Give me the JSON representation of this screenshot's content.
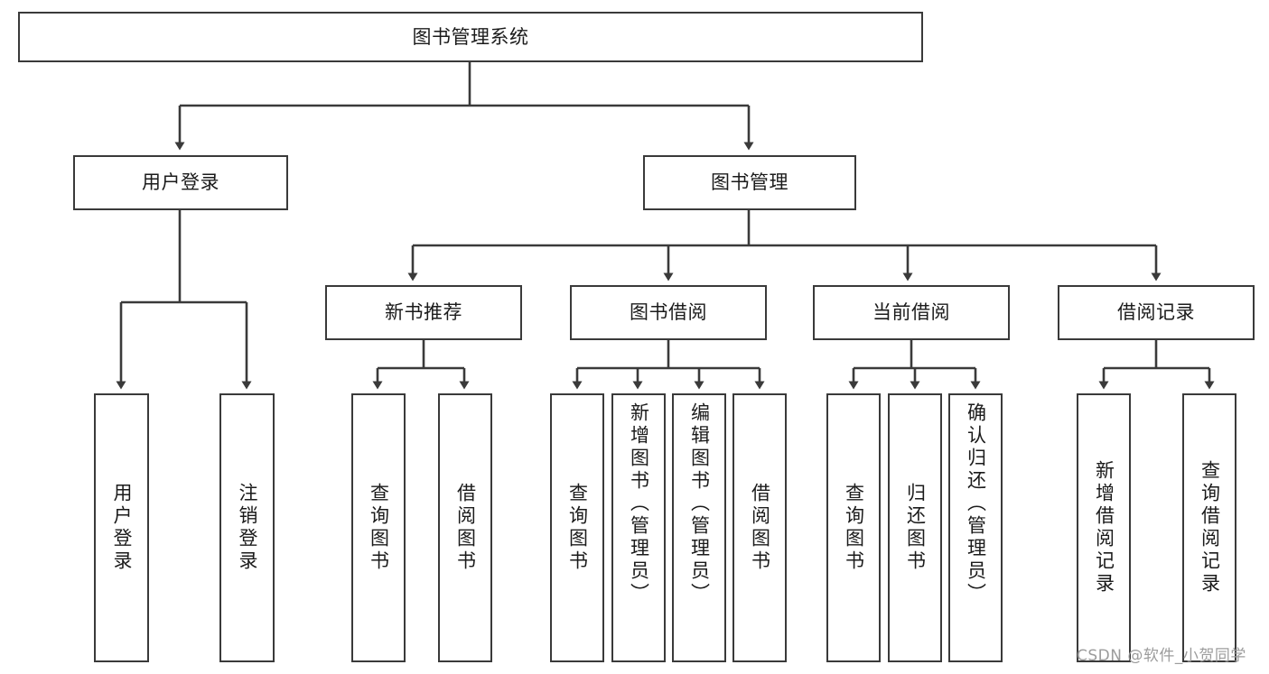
{
  "diagram": {
    "title": "图书管理系统",
    "type": "hierarchy-tree",
    "orientation": "top-down",
    "colors": {
      "box_border": "#3a3a3a",
      "box_fill": "#ffffff",
      "connector": "#3a3a3a",
      "text": "#1b1b1b",
      "watermark": "#9c9c9c",
      "background": "#ffffff"
    },
    "root": {
      "id": "root",
      "label": "图书管理系统"
    },
    "level1": [
      {
        "id": "user-login",
        "label": "用户登录"
      },
      {
        "id": "book-manage",
        "label": "图书管理"
      }
    ],
    "level2": [
      {
        "id": "new-book-recommend",
        "label": "新书推荐",
        "parent": "book-manage"
      },
      {
        "id": "book-borrow",
        "label": "图书借阅",
        "parent": "book-manage"
      },
      {
        "id": "current-borrow",
        "label": "当前借阅",
        "parent": "book-manage"
      },
      {
        "id": "borrow-record",
        "label": "借阅记录",
        "parent": "book-manage"
      }
    ],
    "leaves": [
      {
        "id": "leaf-user-login",
        "label": "用户登录",
        "parent": "user-login"
      },
      {
        "id": "leaf-logout",
        "label": "注销登录",
        "parent": "user-login"
      },
      {
        "id": "leaf-query-book-1",
        "label": "查询图书",
        "parent": "new-book-recommend"
      },
      {
        "id": "leaf-borrow-book-1",
        "label": "借阅图书",
        "parent": "new-book-recommend"
      },
      {
        "id": "leaf-query-book-2",
        "label": "查询图书",
        "parent": "book-borrow"
      },
      {
        "id": "leaf-add-book",
        "label": "新增图书（管理员）",
        "parent": "book-borrow"
      },
      {
        "id": "leaf-edit-book",
        "label": "编辑图书（管理员）",
        "parent": "book-borrow"
      },
      {
        "id": "leaf-borrow-book-2",
        "label": "借阅图书",
        "parent": "book-borrow"
      },
      {
        "id": "leaf-query-book-3",
        "label": "查询图书",
        "parent": "current-borrow"
      },
      {
        "id": "leaf-return-book",
        "label": "归还图书",
        "parent": "current-borrow"
      },
      {
        "id": "leaf-confirm-return",
        "label": "确认归还（管理员）",
        "parent": "current-borrow"
      },
      {
        "id": "leaf-add-record",
        "label": "新增借阅记录",
        "parent": "borrow-record"
      },
      {
        "id": "leaf-query-record",
        "label": "查询借阅记录",
        "parent": "borrow-record"
      }
    ],
    "watermark": "CSDN @软件_小贺同学"
  }
}
